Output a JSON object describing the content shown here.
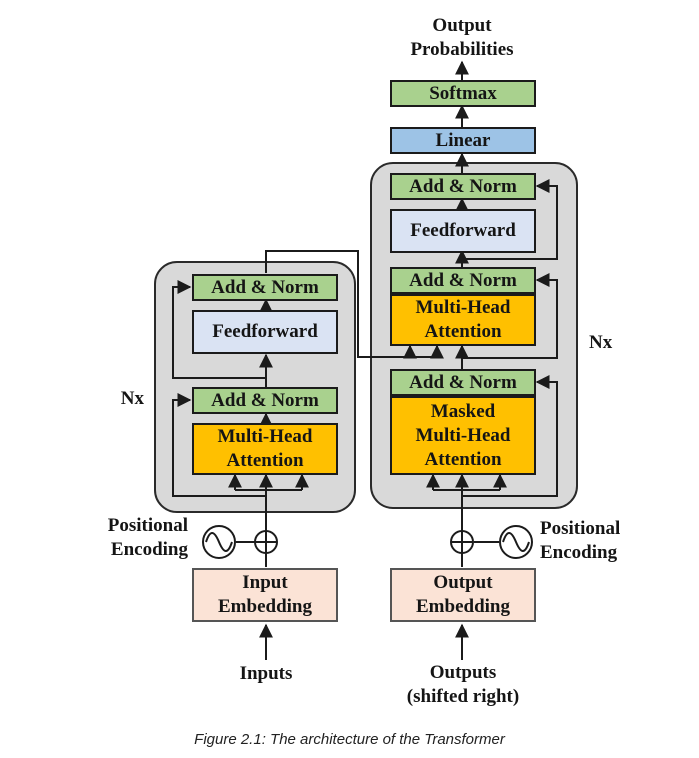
{
  "title": "",
  "caption": "Figure 2.1: The architecture of the Transformer",
  "encoder": {
    "add_norm_top": "Add & Norm",
    "feedforward": "Feedforward",
    "add_norm_bottom": "Add & Norm",
    "attention": "Multi-Head\nAttention",
    "repeat_label": "Nx",
    "positional_label": "Positional\nEncoding",
    "embedding": "Input\nEmbedding",
    "input_label": "Inputs"
  },
  "decoder": {
    "output_probabilities": "Output\nProbabilities",
    "softmax": "Softmax",
    "linear": "Linear",
    "add_norm_top": "Add & Norm",
    "feedforward": "Feedforward",
    "add_norm_middle": "Add & Norm",
    "cross_attention": "Multi-Head\nAttention",
    "add_norm_bottom": "Add & Norm",
    "masked_attention": "Masked\nMulti-Head\nAttention",
    "repeat_label": "Nx",
    "positional_label": "Positional\nEncoding",
    "embedding": "Output\nEmbedding",
    "output_label": "Outputs\n(shifted right)"
  },
  "colors": {
    "add_norm": "#a9d18e",
    "linear": "#9dc3e6",
    "feedforward": "#dae3f3",
    "attention": "#ffc000",
    "embedding": "#fbe3d6",
    "stack_background": "#d9d9d9"
  },
  "icons": {
    "positional": "sine-wave-icon",
    "sum": "plus-circle-icon"
  }
}
